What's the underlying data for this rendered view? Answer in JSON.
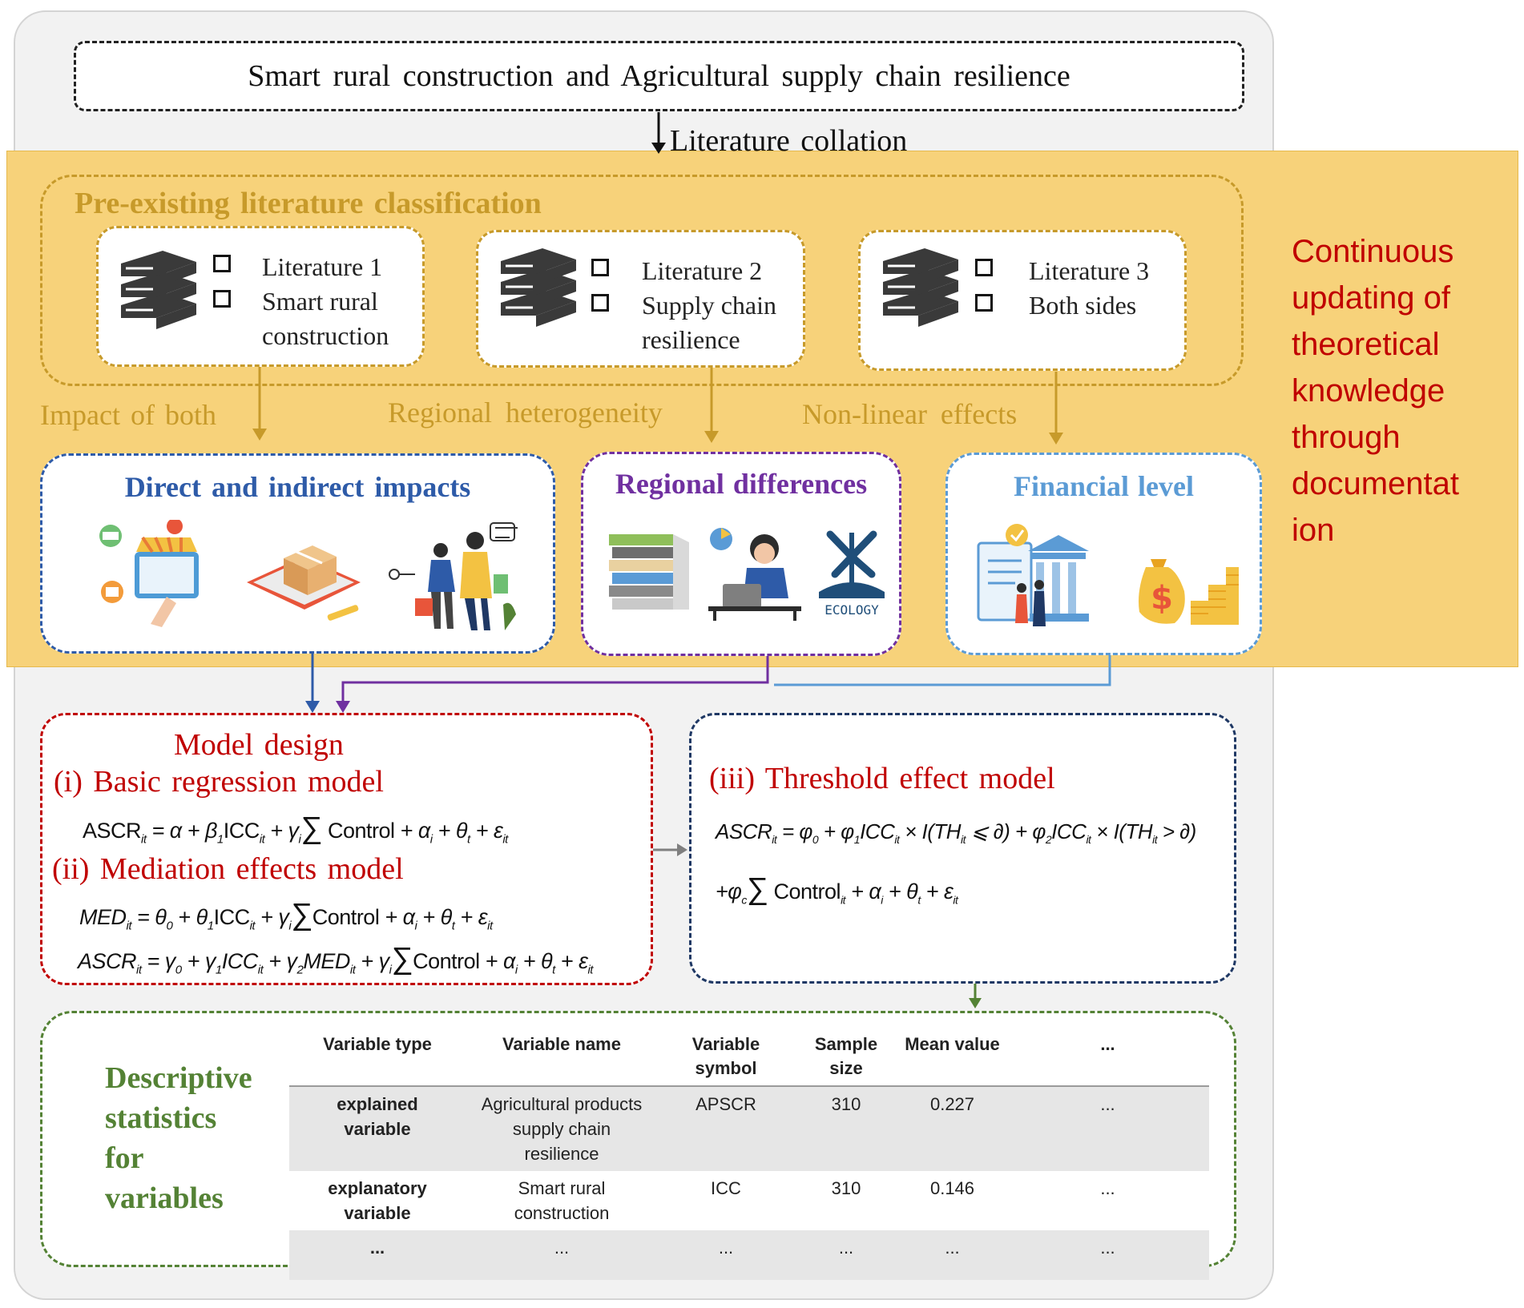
{
  "title": "Smart rural construction and Agricultural supply chain resilience",
  "collation_label": "Literature collation",
  "classification": {
    "title": "Pre-existing literature classification",
    "items": [
      {
        "line1": "Literature 1",
        "line2": "Smart rural",
        "line3": "construction"
      },
      {
        "line1": "Literature 2",
        "line2": "Supply chain",
        "line3": "resilience"
      },
      {
        "line1": "Literature 3",
        "line2": "Both sides",
        "line3": ""
      }
    ]
  },
  "connectors": {
    "impact": "Impact of both",
    "regional": "Regional heterogeneity",
    "nonlinear": "Non-linear effects"
  },
  "groups": {
    "direct": "Direct and indirect impacts",
    "regional": "Regional differences",
    "financial": "Financial level"
  },
  "side_note": "Continuous updating of theoretical knowledge through documentat ion",
  "ecology_label": "ECOLOGY",
  "model": {
    "title": "Model design",
    "basic": "(i) Basic regression model",
    "mediation": "(ii) Mediation effects model",
    "threshold": "(iii) Threshold effect model"
  },
  "stats": {
    "title_lines": [
      "Descriptive",
      "statistics",
      "for",
      "variables"
    ],
    "headers": [
      "Variable type",
      "Variable name",
      "Variable symbol",
      "Sample size",
      "Mean value",
      "..."
    ],
    "rows": [
      [
        "explained variable",
        "Agricultural products supply chain resilience",
        "APSCR",
        "310",
        "0.227",
        "..."
      ],
      [
        "explanatory variable",
        "Smart rural construction",
        "ICC",
        "310",
        "0.146",
        "..."
      ],
      [
        "...",
        "...",
        "...",
        "...",
        "...",
        "..."
      ]
    ]
  },
  "colors": {
    "band": "#f7d27a",
    "gold": "#c79a2a",
    "blue": "#2e5ba8",
    "purple": "#7030a0",
    "light_blue": "#5b9bd5",
    "red": "#c00000",
    "navy": "#1f3864",
    "green": "#548235"
  }
}
